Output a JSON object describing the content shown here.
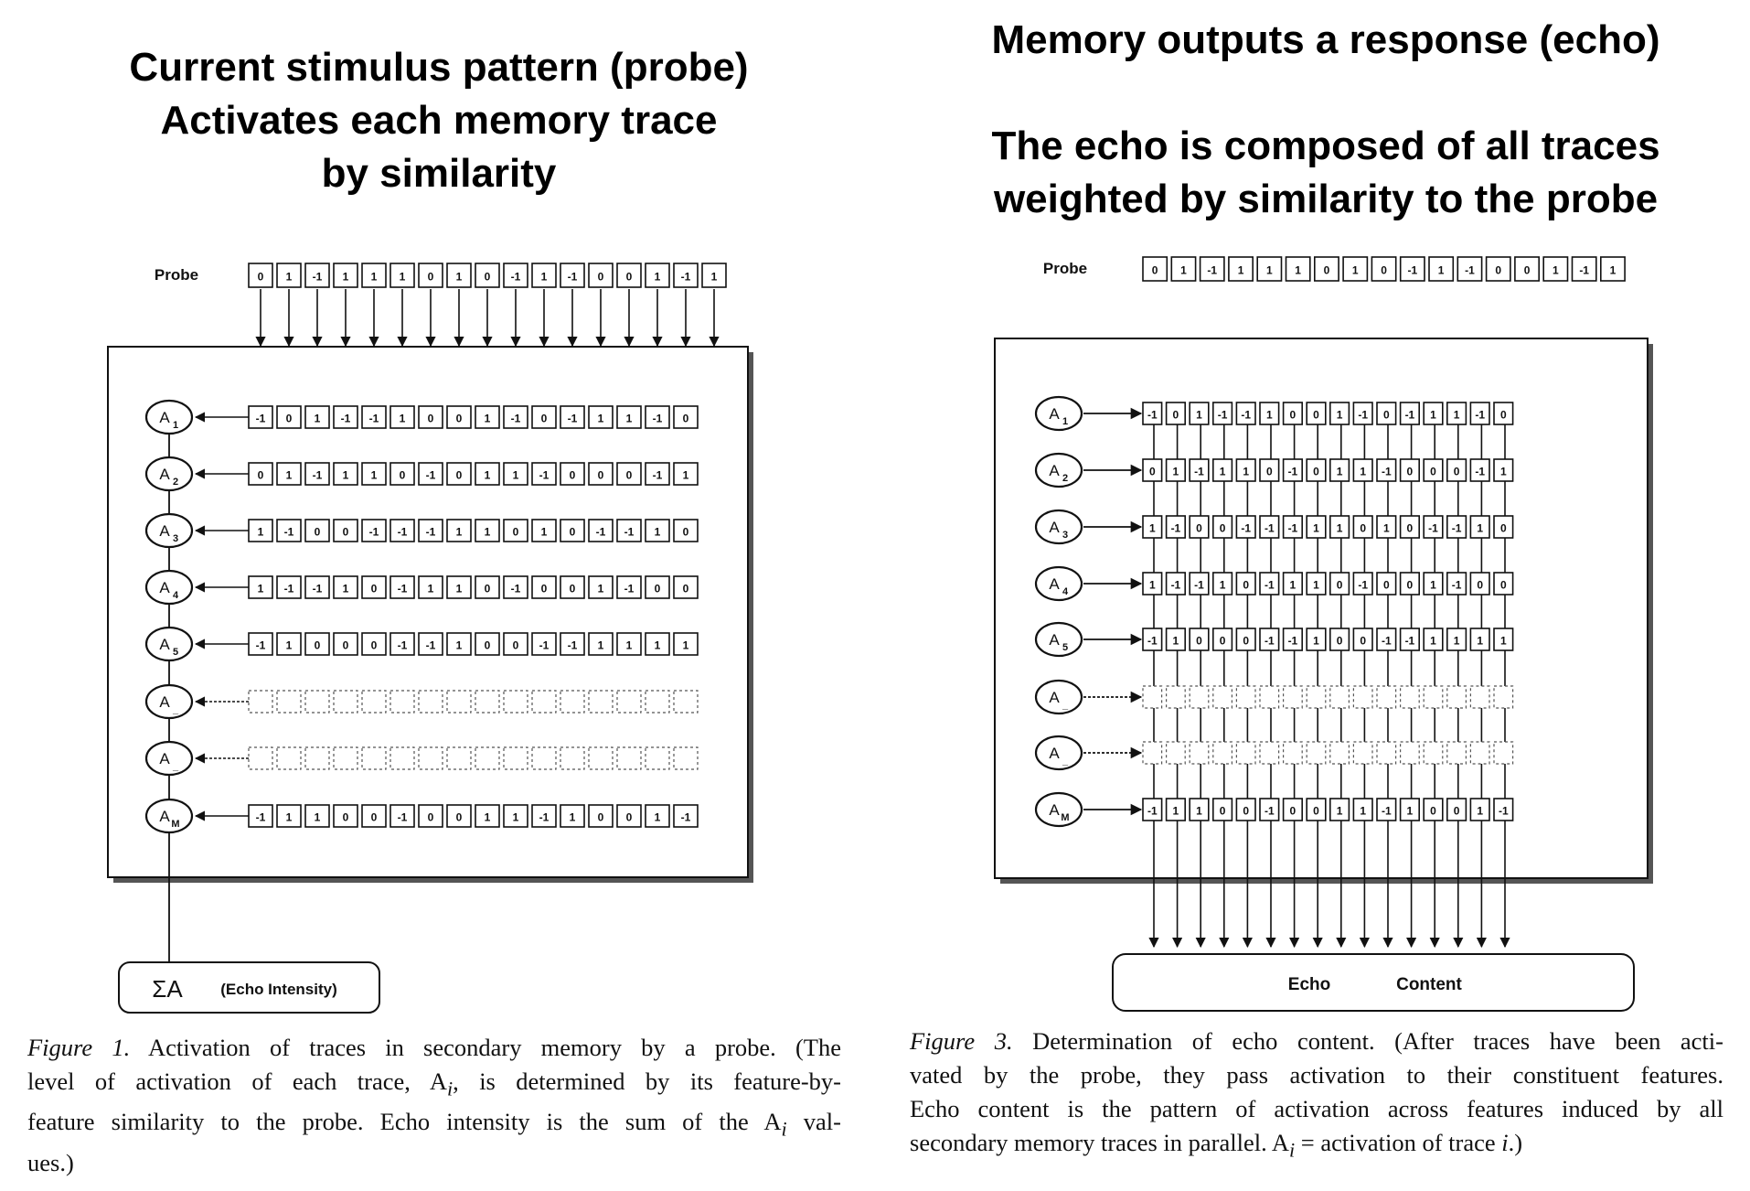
{
  "left_heading": {
    "line1": "Current stimulus pattern (probe)",
    "line2": "Activates each memory trace",
    "line3": "by similarity"
  },
  "right_heading": {
    "line1": "Memory outputs a response (echo)",
    "line2": "The echo is composed of all traces",
    "line3": "weighted by similarity to the probe"
  },
  "probe_label": "Probe",
  "probe": [
    "0",
    "1",
    "-1",
    "1",
    "1",
    "1",
    "0",
    "1",
    "0",
    "-1",
    "1",
    "-1",
    "0",
    "0",
    "1",
    "-1",
    "1"
  ],
  "traces": [
    {
      "label": "A",
      "sub": "1",
      "values": [
        "-1",
        "0",
        "1",
        "-1",
        "-1",
        "1",
        "0",
        "0",
        "1",
        "-1",
        "0",
        "-1",
        "1",
        "1",
        "-1",
        "0"
      ]
    },
    {
      "label": "A",
      "sub": "2",
      "values": [
        "0",
        "1",
        "-1",
        "1",
        "1",
        "0",
        "-1",
        "0",
        "1",
        "1",
        "-1",
        "0",
        "0",
        "0",
        "-1",
        "1"
      ]
    },
    {
      "label": "A",
      "sub": "3",
      "values": [
        "1",
        "-1",
        "0",
        "0",
        "-1",
        "-1",
        "-1",
        "1",
        "1",
        "0",
        "1",
        "0",
        "-1",
        "-1",
        "1",
        "0"
      ]
    },
    {
      "label": "A",
      "sub": "4",
      "values": [
        "1",
        "-1",
        "-1",
        "1",
        "0",
        "-1",
        "1",
        "1",
        "0",
        "-1",
        "0",
        "0",
        "1",
        "-1",
        "0",
        "0"
      ]
    },
    {
      "label": "A",
      "sub": "5",
      "values": [
        "-1",
        "1",
        "0",
        "0",
        "0",
        "-1",
        "-1",
        "1",
        "0",
        "0",
        "-1",
        "-1",
        "1",
        "1",
        "1",
        "1"
      ]
    },
    {
      "label": "A",
      "sub": "_",
      "values": []
    },
    {
      "label": "A",
      "sub": "_",
      "values": []
    },
    {
      "label": "A",
      "sub": "M",
      "values": [
        "-1",
        "1",
        "1",
        "0",
        "0",
        "-1",
        "0",
        "0",
        "1",
        "1",
        "-1",
        "1",
        "0",
        "0",
        "1",
        "-1"
      ]
    }
  ],
  "echo_intensity": {
    "symbol": "ΣA",
    "label": "(Echo Intensity)"
  },
  "echo_content": {
    "word1": "Echo",
    "word2": "Content"
  },
  "left_caption": {
    "figure": "Figure 1.",
    "line1": " Activation of traces in secondary memory by a probe. (The",
    "line2": "level of activation of each trace, A",
    "line2_sub": "i",
    "line2_end": ", is determined by its feature-by-",
    "line3": "feature similarity to the probe. Echo intensity is the sum of the A",
    "line3_sub": "i",
    "line3_end": " val-",
    "line4": "ues.)"
  },
  "right_caption": {
    "figure": "Figure 3.",
    "line1": " Determination of echo content. (After traces have been acti-",
    "line2": "vated by the probe, they pass activation to their constituent features.",
    "line3": "Echo content is the pattern of activation across features induced by all",
    "line4": "secondary memory traces in parallel. A",
    "line4_sub": "i",
    "line4_mid": " = activation of trace ",
    "line4_i": "i",
    "line4_end": ".)"
  }
}
